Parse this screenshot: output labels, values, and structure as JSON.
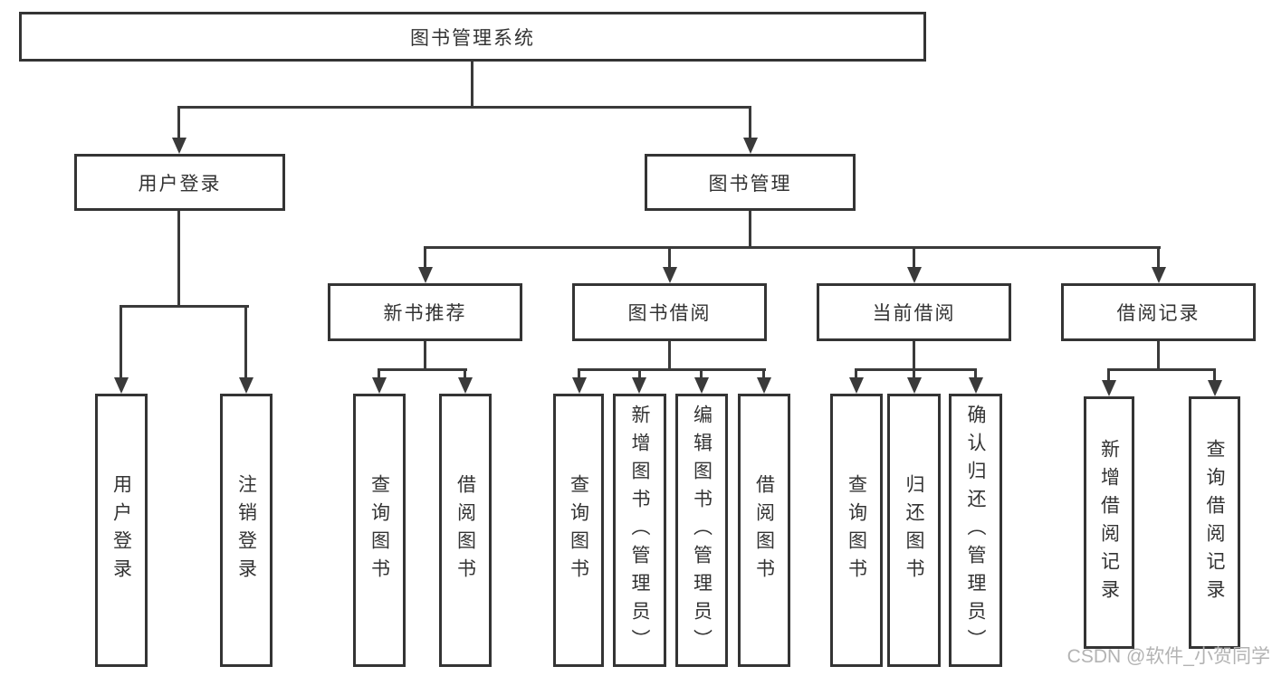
{
  "diagram": {
    "tree": {
      "label": "图书管理系统",
      "children": [
        {
          "label": "用户登录",
          "children": [
            {
              "label": "用户登录"
            },
            {
              "label": "注销登录"
            }
          ]
        },
        {
          "label": "图书管理",
          "children": [
            {
              "label": "新书推荐",
              "children": [
                {
                  "label": "查询图书"
                },
                {
                  "label": "借阅图书"
                }
              ]
            },
            {
              "label": "图书借阅",
              "children": [
                {
                  "label": "查询图书"
                },
                {
                  "label": "新增图书（管理员）"
                },
                {
                  "label": "编辑图书（管理员）"
                },
                {
                  "label": "借阅图书"
                }
              ]
            },
            {
              "label": "当前借阅",
              "children": [
                {
                  "label": "查询图书"
                },
                {
                  "label": "归还图书"
                },
                {
                  "label": "确认归还（管理员）"
                }
              ]
            },
            {
              "label": "借阅记录",
              "children": [
                {
                  "label": "新增借阅记录"
                },
                {
                  "label": "查询借阅记录"
                }
              ]
            }
          ]
        }
      ]
    },
    "colors": {
      "line": "#3a3a3a",
      "box_border": "#343434",
      "text": "#333333",
      "background": "#ffffff",
      "watermark": "#b3b3b3"
    }
  },
  "watermark": {
    "text": "CSDN @软件_小贺同学"
  }
}
